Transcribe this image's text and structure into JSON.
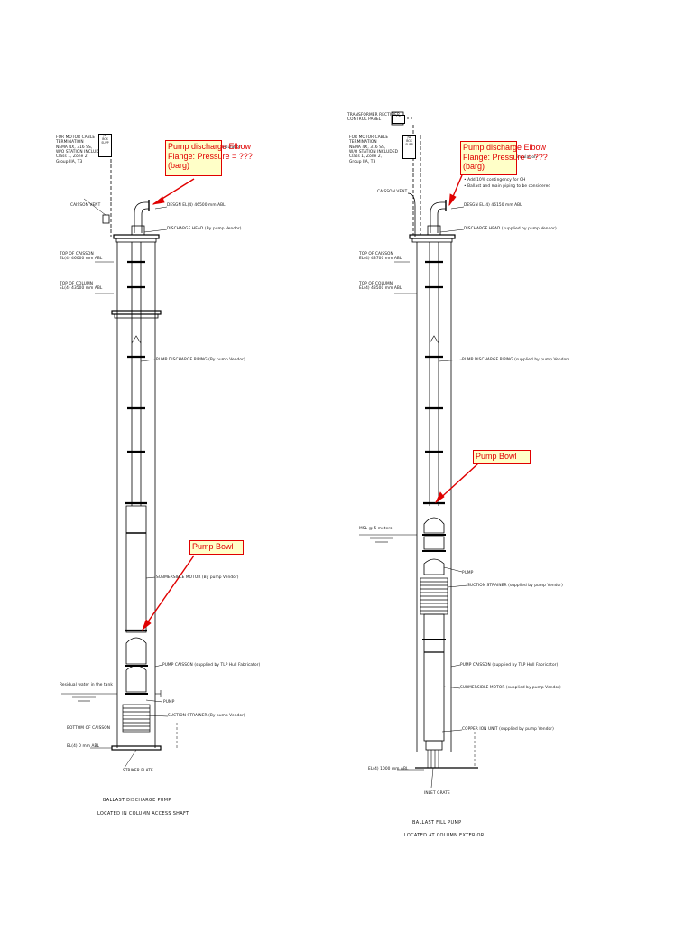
{
  "colors": {
    "line": "#000000",
    "callout_border": "#e00000",
    "callout_fill": "#ffffc8",
    "callout_text": "#e00000"
  },
  "left": {
    "title_line1": "BALLAST DISCHARGE PUMP",
    "title_line2": "LOCATED IN COLUMN ACCESS SHAFT",
    "junction_box": "JW\nBOX\nSUPP",
    "motor_cable_note": "FOR MOTOR CABLE\nTERMINATION\nNEMA 4X, 316 SS,\nW/O STATION INCLUDED\nClass 1, Zone 2,\nGroup IIA, T3",
    "caisson_vent": "CAISSON VENT",
    "design_el": "DESGN EL(4) 46500 mm ABL",
    "discharge_head": "DISCHARGE HEAD (By pump Vendor)",
    "top_caisson": "TOP OF CAISSON\nEL(4) 46000 mm ABL",
    "top_column": "TOP OF COLUMN\nEL(4) 43500 mm ABL",
    "pump_discharge_piping": "PUMP DISCHARGE PIPING (By pump Vendor)",
    "submersible_motor": "SUBMERSIBLE MOTOR (By pump Vendor)",
    "pump_caisson": "PUMP CAISSON (supplied by TLP Hull Fabricator)",
    "residual_water": "Residual water in the tank",
    "pump": "PUMP",
    "suction_strainer": "SUCTION STRAINER (By pump Vendor)",
    "bottom_caisson": "BOTTOM OF CAISSON",
    "el_bottom": "EL(4) 0 mm ABL",
    "striker_plate": "STRIKER PLATE",
    "partial_text": "insulation",
    "callout_discharge": "Pump discharge Elbow\nFlange: Pressure = ???\n(barg)",
    "callout_bowl": "Pump Bowl"
  },
  "right": {
    "title_line1": "BALLAST FILL PUMP",
    "title_line2": "LOCATED AT COLUMN EXTERIOR",
    "control_panel": "TRANSFORMER RECTIFIER\nCONTROL PANEL",
    "cp_box": "CP",
    "junction_box": "JW\nBOX\nSUPP",
    "motor_cable_note": "FOR MOTOR CABLE\nTERMINATION\nNEMA 4X, 316 SS,\nW/O STATION INCLUDED\nClass 1, Zone 2,\nGroup IIA, T3",
    "partial_text": "insulation",
    "note_line1": "• Add 10% contingency for CH",
    "note_line2": "• Ballast and main piping to be considered",
    "caisson_vent": "CAISSON VENT",
    "design_el": "DESGN EL(4) 46150 mm ABL",
    "discharge_head": "DISCHARGE HEAD (supplied by pump Vendor)",
    "top_caisson": "TOP OF CAISSON\nEL(4) 43700 mm ABL",
    "top_column": "TOP OF COLUMN\nEL(4) 43500 mm ABL",
    "pump_discharge_piping": "PUMP DISCHARGE PIPING (supplied by pump Vendor)",
    "msl": "MSL @ 5 meters",
    "pump": "PUMP",
    "suction_strainer": "SUCTION STRAINER (supplied by pump Vendor)",
    "pump_caisson": "PUMP CAISSON (supplied by TLP Hull Fabricator)",
    "submersible_motor": "SUBMERSIBLE MOTOR (supplied by pump Vendor)",
    "copper_ion": "COPPER ION UNIT (supplied by pump Vendor)",
    "el_bottom": "EL(4) 1000 mm ABL",
    "inlet_grate": "INLET GRATE",
    "callout_discharge": "Pump discharge Elbow\nFlange: Pressure = ???\n(barg)",
    "callout_bowl": "Pump Bowl"
  }
}
